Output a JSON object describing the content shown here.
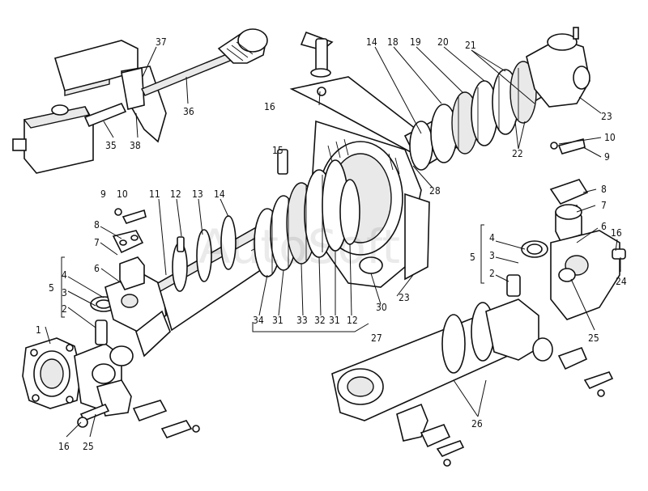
{
  "watermark": "AutoSoft",
  "labels": {
    "l1": "1",
    "l2a": "2",
    "l3a": "3",
    "l4a": "4",
    "l5a": "5",
    "l6a": "6",
    "l7a": "7",
    "l8a": "8",
    "l9a": "9",
    "l10a": "10",
    "l11": "11",
    "l12a": "12",
    "l13": "13",
    "l14a": "14",
    "l14b": "14",
    "l15": "15",
    "l16a": "16",
    "l16b": "16",
    "l16c": "16",
    "l18": "18",
    "l19": "19",
    "l20": "20",
    "l21": "21",
    "l22": "22",
    "l23a": "23",
    "l23b": "23",
    "l24": "24",
    "l25a": "25",
    "l25b": "25",
    "l26": "26",
    "l27": "27",
    "l28": "28",
    "l30": "30",
    "l31a": "31",
    "l31b": "31",
    "l32": "32",
    "l33": "33",
    "l34": "34",
    "l35": "35",
    "l36": "36",
    "l37": "37",
    "l38": "38",
    "l12b": "12",
    "l2b": "2",
    "l3b": "3",
    "l4b": "4",
    "l5b": "5",
    "l6b": "6",
    "l7b": "7",
    "l8b": "8",
    "l9b": "9",
    "l10b": "10"
  }
}
